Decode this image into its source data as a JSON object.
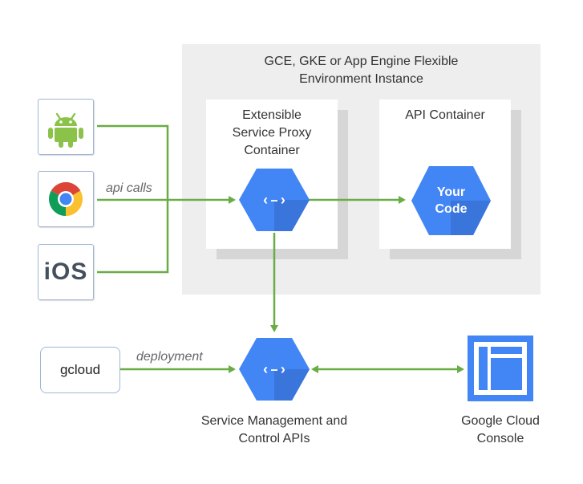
{
  "environment": {
    "title_line1": "GCE, GKE or App Engine Flexible",
    "title_line2": "Environment Instance"
  },
  "proxy_container": {
    "title_line1": "Extensible",
    "title_line2": "Service  Proxy",
    "title_line3": "Container"
  },
  "api_container": {
    "title": "API Container",
    "node_line1": "Your",
    "node_line2": "Code"
  },
  "clients": {
    "android": "android-icon",
    "chrome": "chrome-icon",
    "ios_label": "iOS"
  },
  "labels": {
    "api_calls": "api calls",
    "deployment": "deployment"
  },
  "gcloud": {
    "label": "gcloud"
  },
  "service_management": {
    "line1": "Service Management and",
    "line2": "Control APIs"
  },
  "console": {
    "line1": "Google Cloud",
    "line2": "Console"
  },
  "colors": {
    "arrow": "#6aac45",
    "hex_blue": "#4285f4",
    "hex_dark": "#3367d6",
    "tile_border": "#9fb7d6",
    "env_bg": "#eeeeee"
  }
}
